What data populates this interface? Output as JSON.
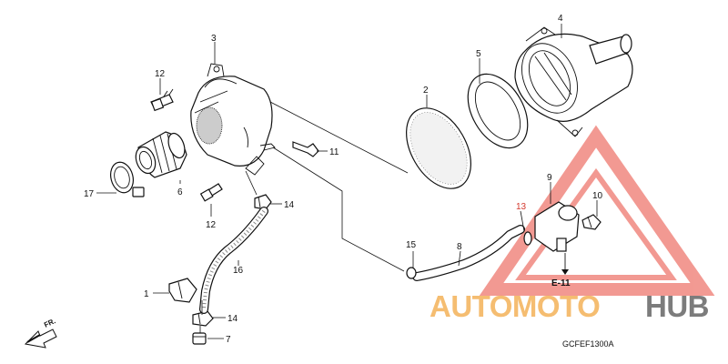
{
  "parts": [
    {
      "number": "1"
    },
    {
      "number": "2"
    },
    {
      "number": "3"
    },
    {
      "number": "4"
    },
    {
      "number": "5"
    },
    {
      "number": "6"
    },
    {
      "number": "7"
    },
    {
      "number": "8"
    },
    {
      "number": "9"
    },
    {
      "number": "10"
    },
    {
      "number": "11"
    },
    {
      "number": "12"
    },
    {
      "number": "13"
    },
    {
      "number": "14"
    },
    {
      "number": "15"
    },
    {
      "number": "16"
    },
    {
      "number": "17"
    }
  ],
  "second_labels": {
    "p12b": "12",
    "p14b": "14"
  },
  "reference": "E-11",
  "direction": "FR.",
  "diagram_code": "GCFEF1300A",
  "watermark": {
    "text_light": "AUTOMOTO",
    "text_dark": "HUB",
    "color_light": "#f2a53b",
    "color_dark": "#4a4a4a",
    "logo_color": "#e8473a"
  },
  "colors": {
    "highlight_label": "#d43a2f",
    "line": "#111111"
  }
}
